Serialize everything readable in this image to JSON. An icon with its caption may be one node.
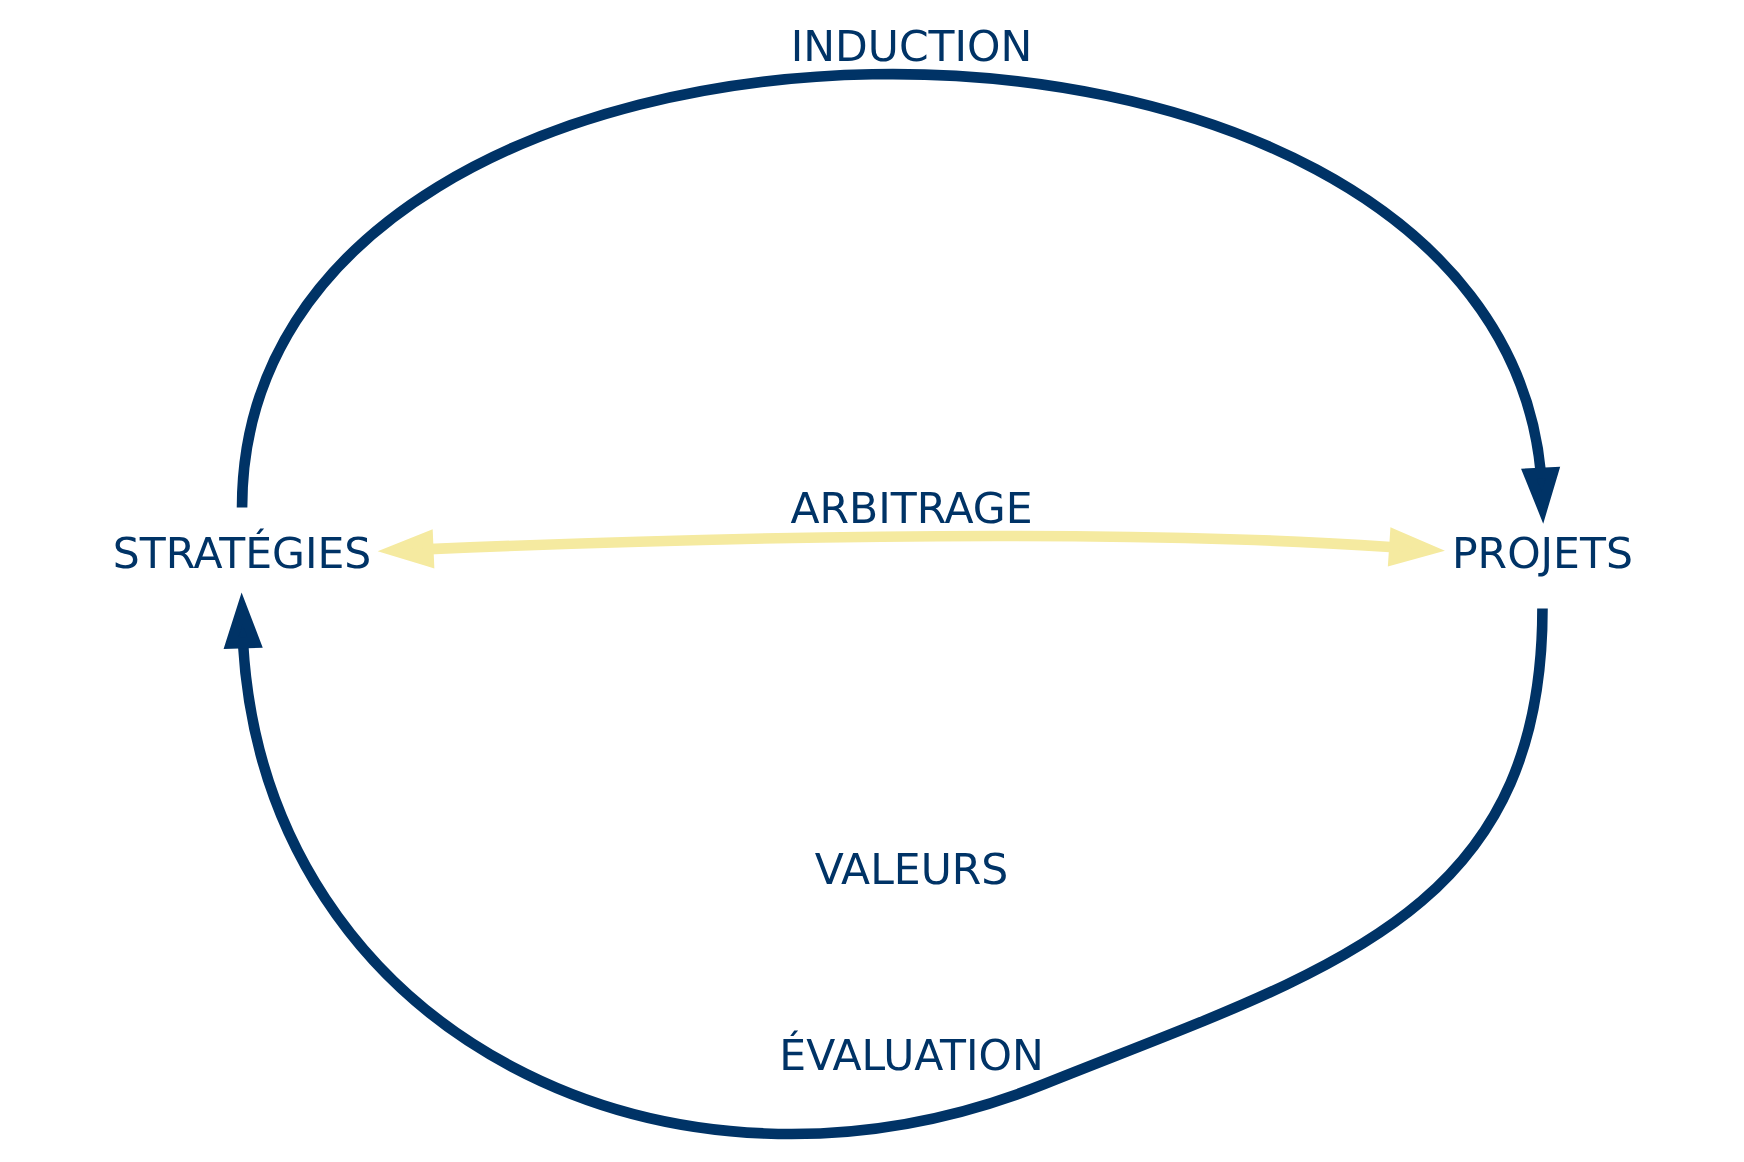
{
  "diagram": {
    "nodes": [
      {
        "text": [
          "STRATÉGIES"
        ]
      },
      {
        "text": [
          "PROJETS"
        ]
      }
    ],
    "edges": [
      {
        "from": 0,
        "to": 1,
        "arrow": "to",
        "label": "INDUCTION"
      },
      {
        "from": 0,
        "to": 1,
        "arrow": "both",
        "label": "ARBITRAGE",
        "color": "#f5eaa0"
      },
      {
        "from": 1,
        "to": 0,
        "arrow": "to",
        "label": "ÉVALUATION"
      }
    ],
    "labels": [
      "VALEURS"
    ]
  }
}
